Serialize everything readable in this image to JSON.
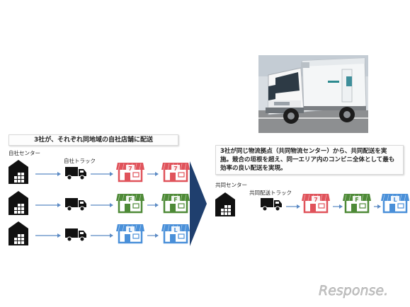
{
  "left": {
    "banner": "3社が、それぞれ同地域の自社店舗に配送",
    "center_label": "自社センター",
    "truck_label": "自社トラック",
    "rows": [
      {
        "store_letter": "7",
        "store_color": "#e0535b"
      },
      {
        "store_letter": "F",
        "store_color": "#4e8a37"
      },
      {
        "store_letter": "L",
        "store_color": "#4a90d9"
      }
    ]
  },
  "right": {
    "banner": "3社が同じ物流拠点（共同物流センター）から、共同配送を実施。競合の垣根を超え、同一エリア内のコンビニ全体として最も効率の良い配送を実現。",
    "center_label": "共同センター",
    "truck_label": "共同配送トラック",
    "stores": [
      {
        "store_letter": "7",
        "store_color": "#e0535b"
      },
      {
        "store_letter": "F",
        "store_color": "#4e8a37"
      },
      {
        "store_letter": "L",
        "store_color": "#4a90d9"
      }
    ]
  },
  "logo_text": "Response.",
  "colors": {
    "arrow": "#5b8ac4",
    "chevron": "#1f3f6e",
    "warehouse": "#111111",
    "truck": "#111111"
  }
}
